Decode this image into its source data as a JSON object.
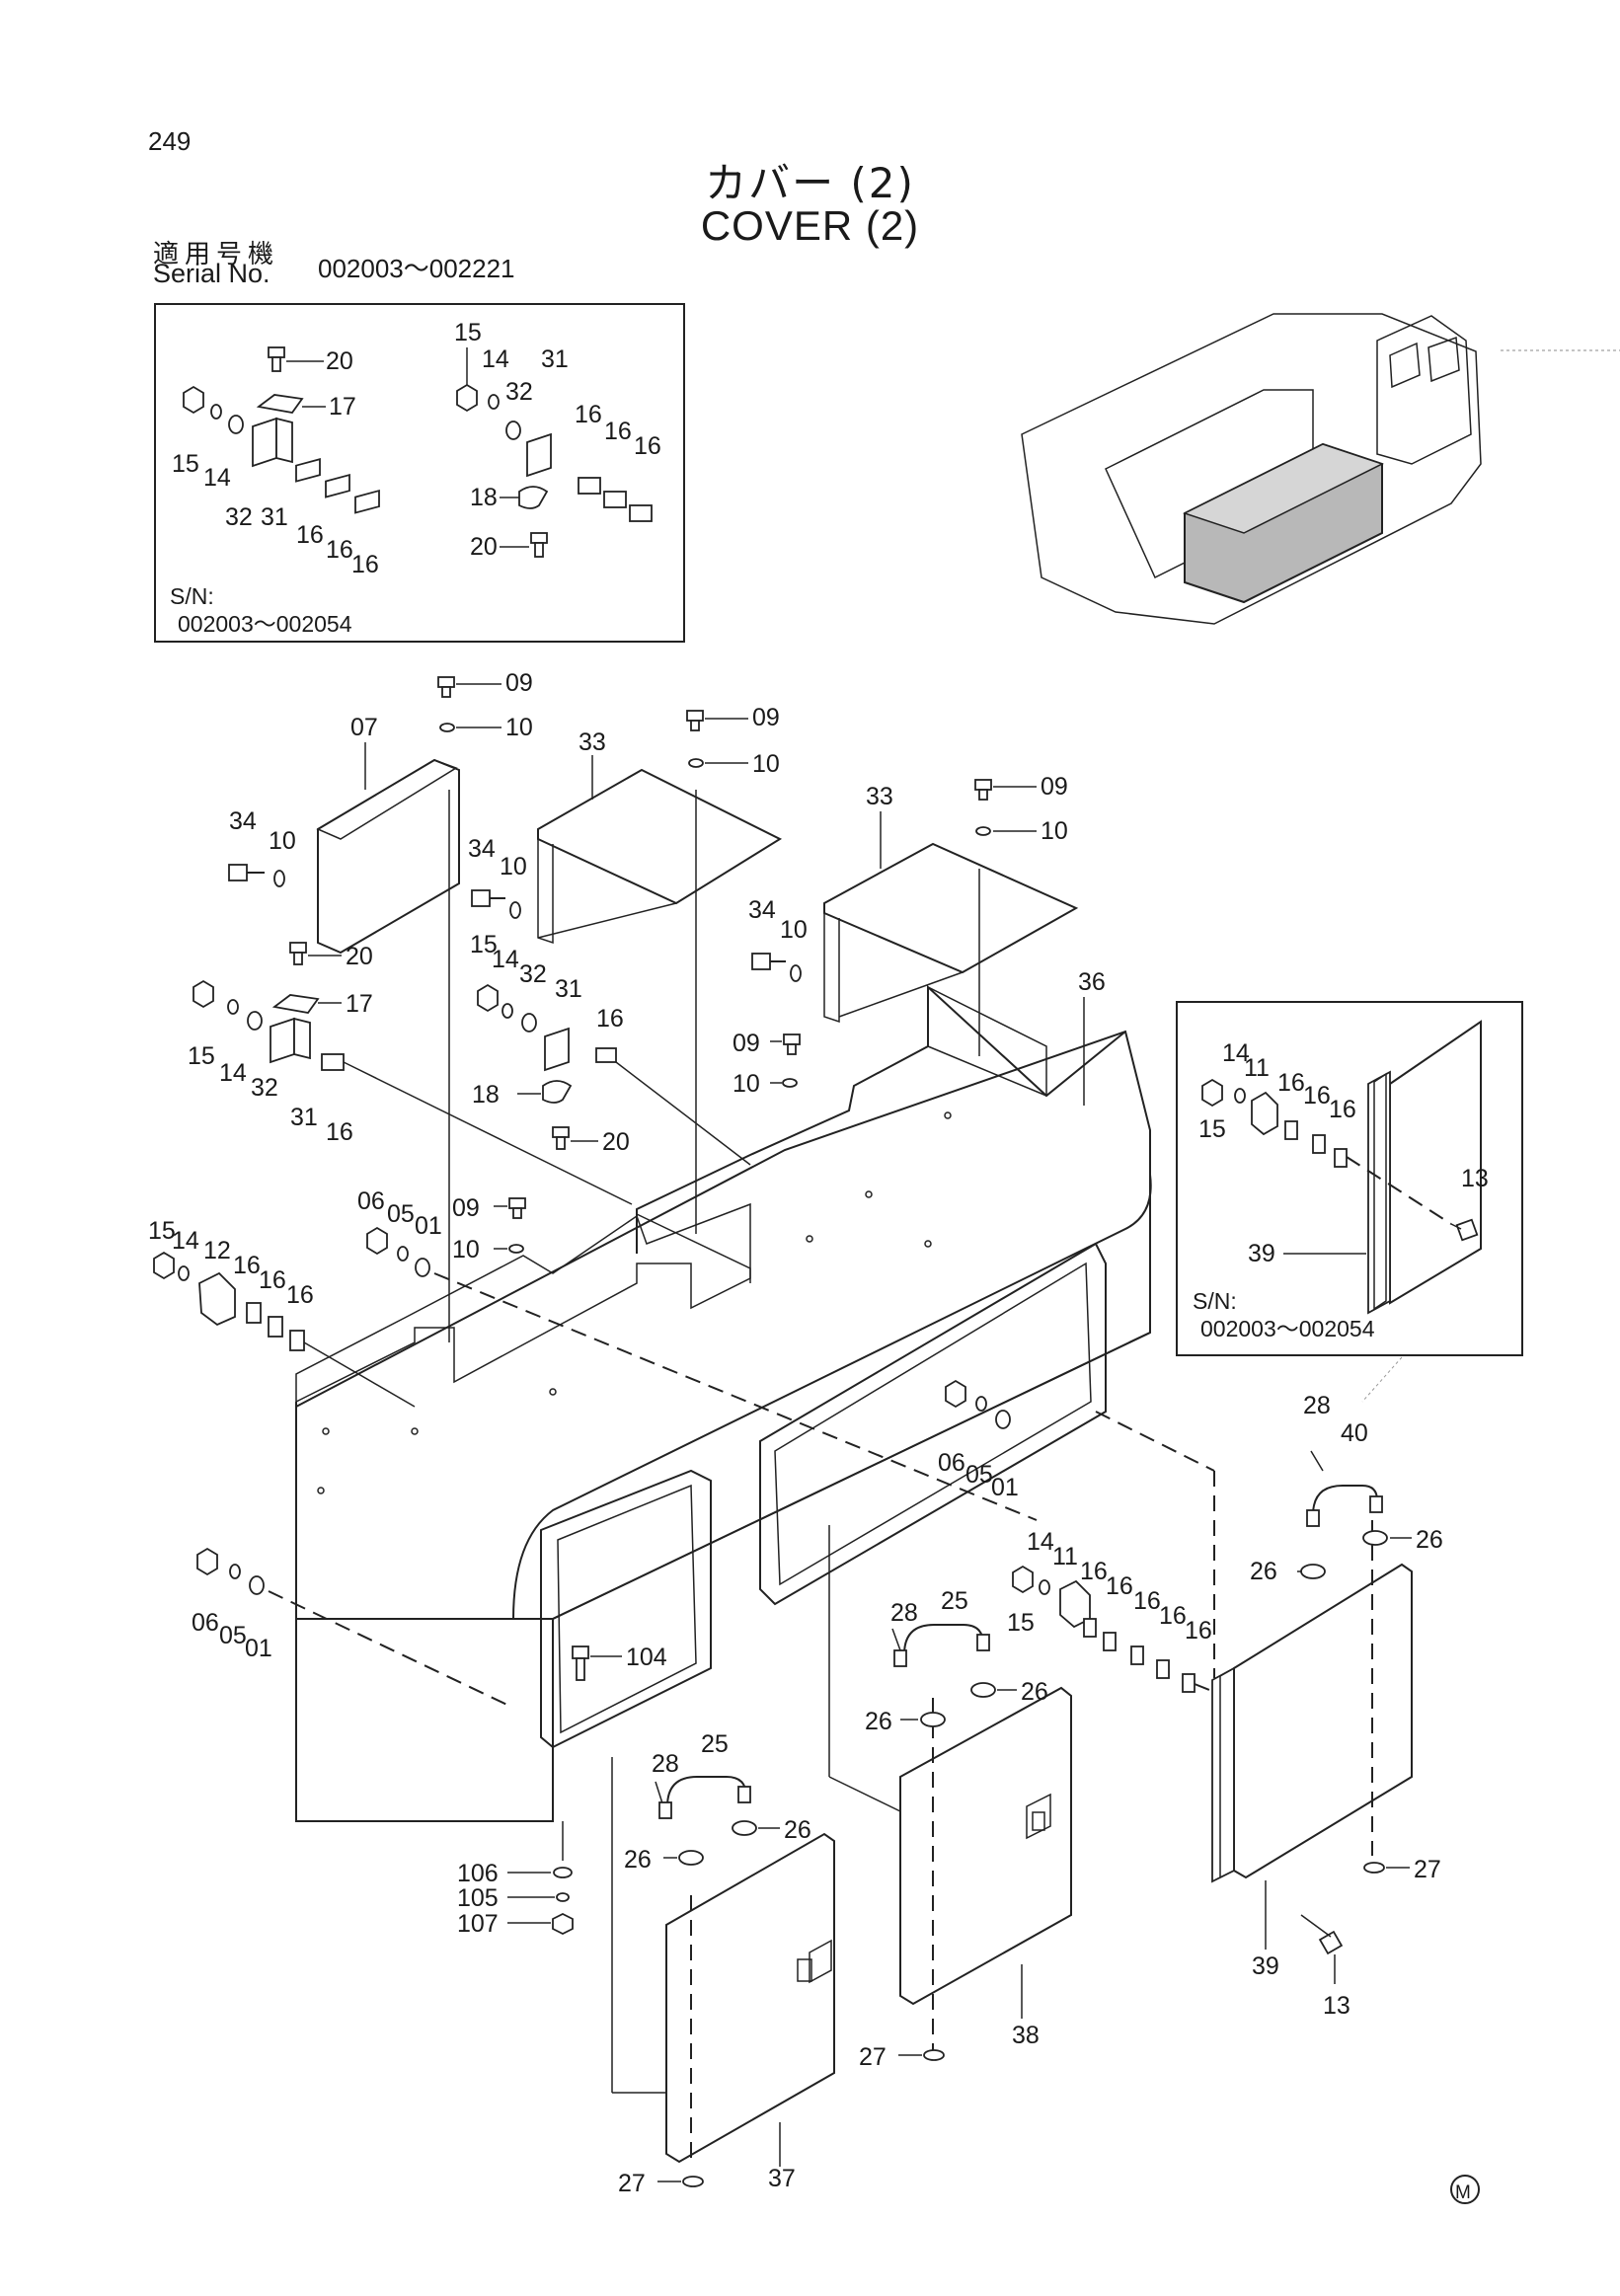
{
  "page_number": "249",
  "title_jp": "カバー (2)",
  "title_en": "COVER (2)",
  "serial": {
    "label_jp": "適用号機",
    "label_en": "Serial No.",
    "range": "002003～002221"
  },
  "inset_left": {
    "sn_label": "S/N:",
    "sn_range": "002003～002054"
  },
  "inset_right": {
    "sn_label": "S/N:",
    "sn_range": "002003～002054"
  },
  "parts": {
    "p01": "01",
    "p05": "05",
    "p06": "06",
    "p07": "07",
    "p09": "09",
    "p10": "10",
    "p11": "11",
    "p12": "12",
    "p13": "13",
    "p14": "14",
    "p15": "15",
    "p16": "16",
    "p17": "17",
    "p18": "18",
    "p20": "20",
    "p25": "25",
    "p26": "26",
    "p27": "27",
    "p28": "28",
    "p31": "31",
    "p32": "32",
    "p33": "33",
    "p34": "34",
    "p36": "36",
    "p37": "37",
    "p38": "38",
    "p39": "39",
    "p40": "40",
    "p104": "104",
    "p105": "105",
    "p106": "106",
    "p107": "107"
  },
  "mark": "M"
}
